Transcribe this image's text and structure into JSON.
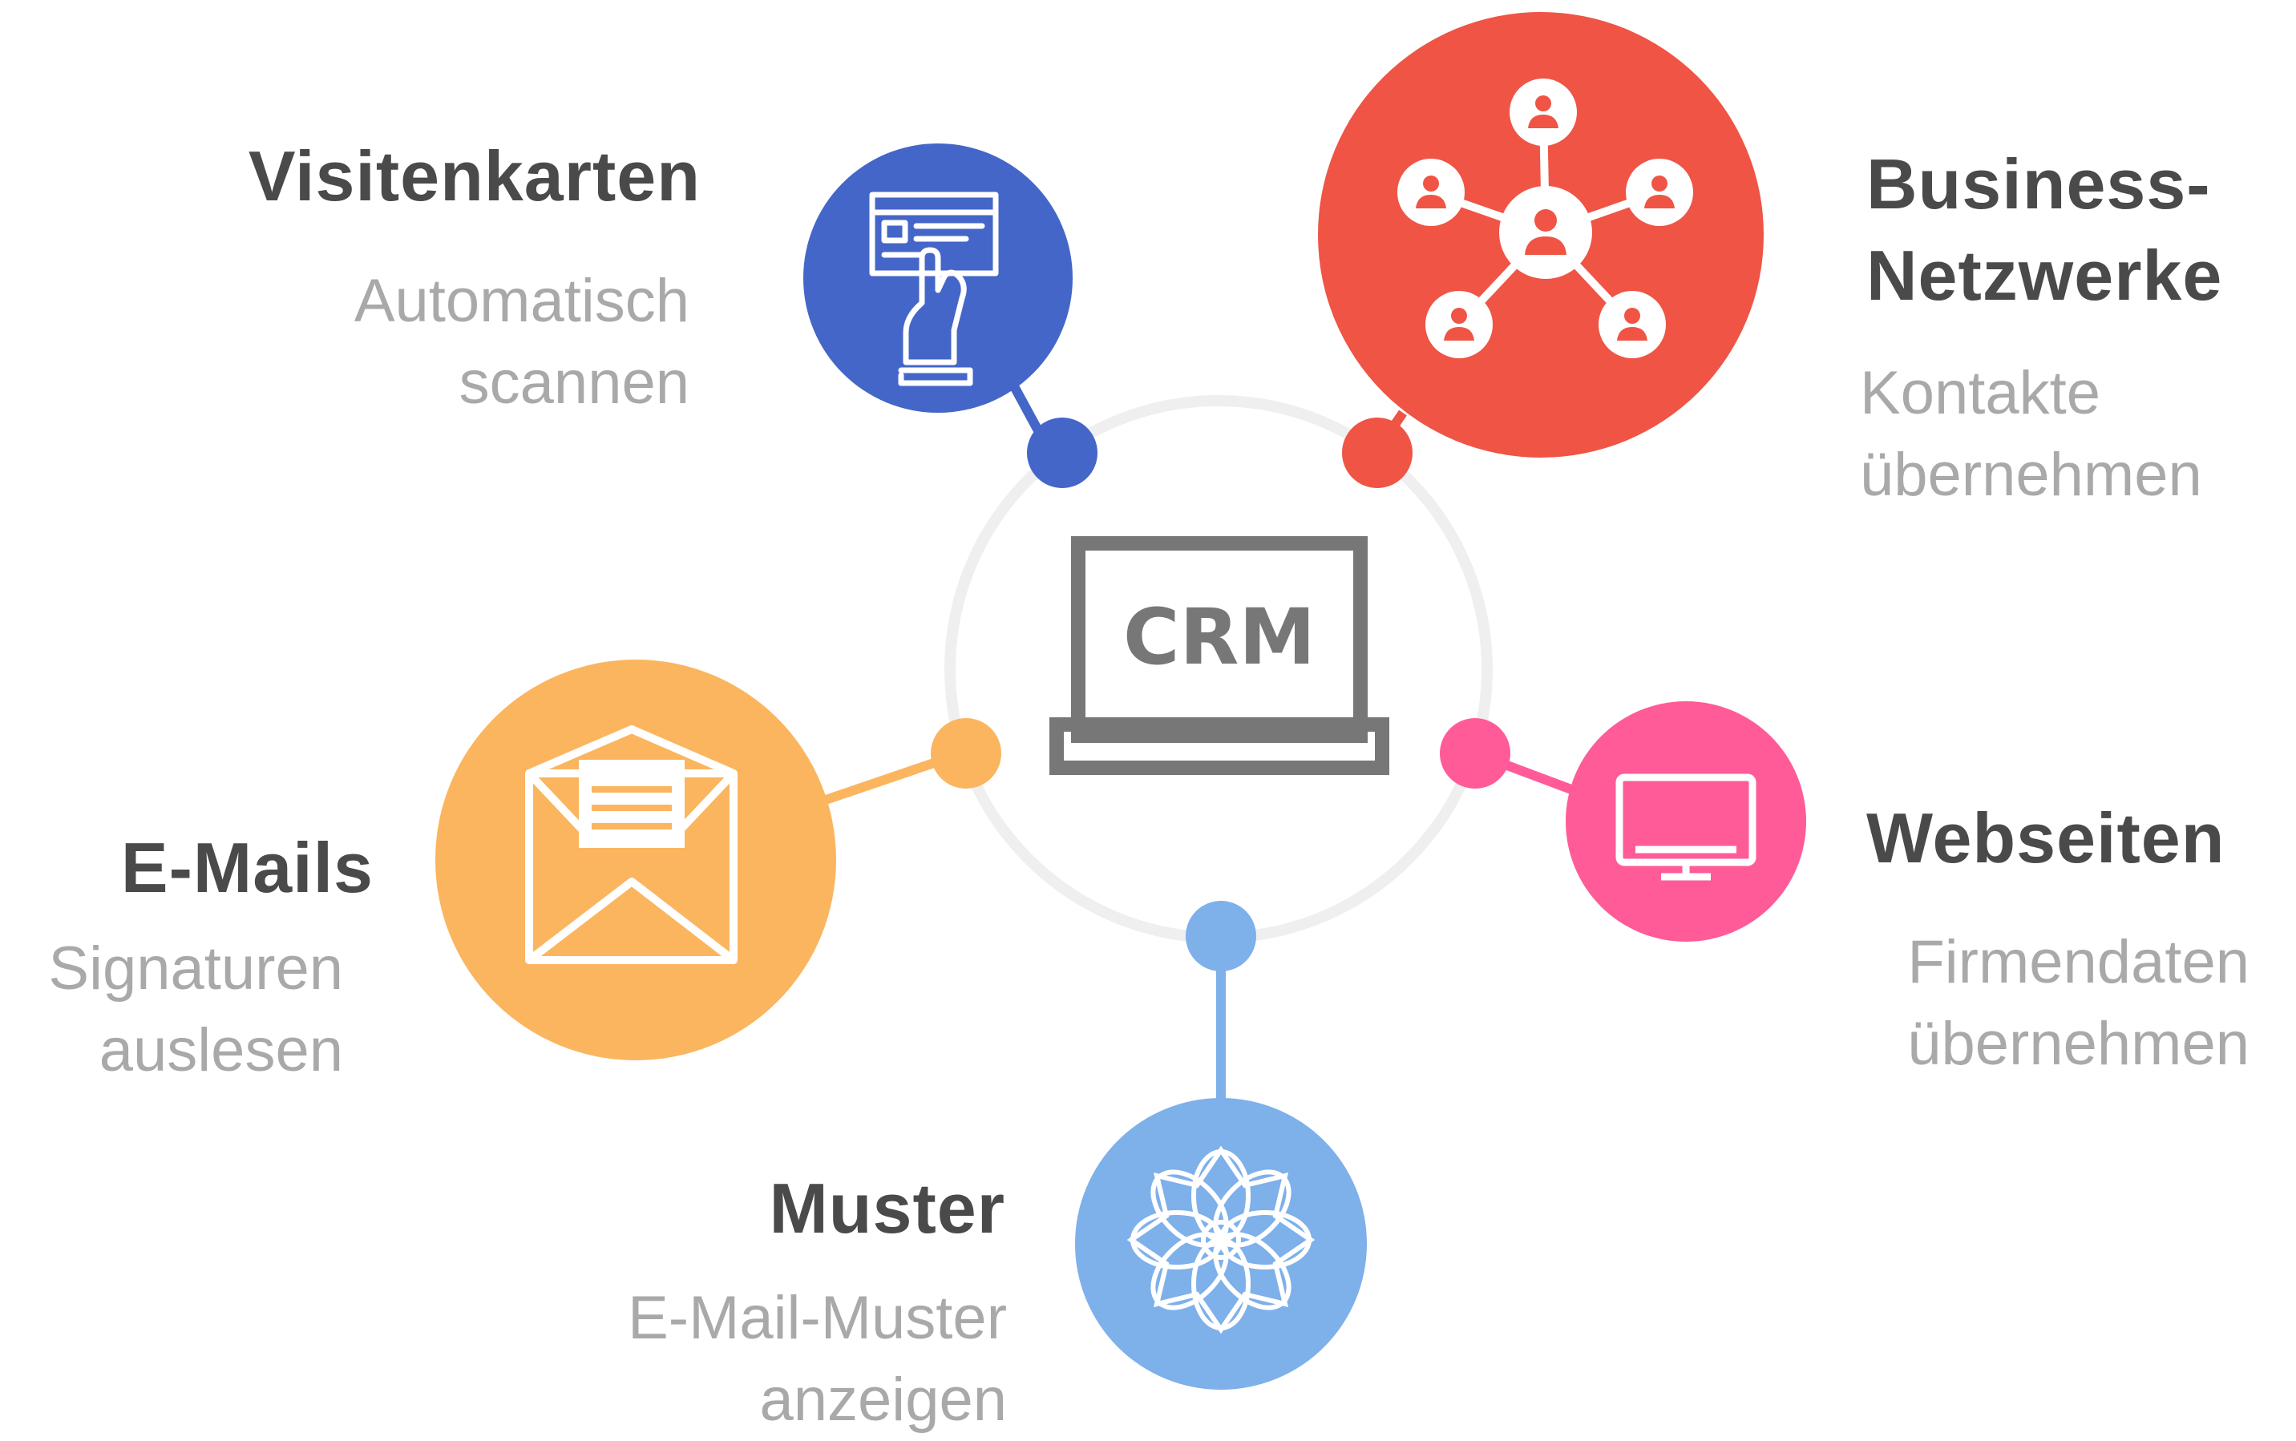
{
  "center": {
    "label": "CRM",
    "icon": "laptop-icon"
  },
  "colors": {
    "ring": "#efefef",
    "visitenkarten": "#4466c8",
    "business": "#ef5445",
    "emails": "#fbb55f",
    "webseiten": "#ff5b98",
    "muster": "#7eb0ea",
    "laptop": "#777777",
    "title_text": "#4a4a4a",
    "sub_text": "#a9a9a9"
  },
  "nodes": {
    "visitenkarten": {
      "title": "Visitenkarten",
      "sub1": "Automatisch",
      "sub2": "scannen",
      "icon": "business-card-scan-icon"
    },
    "business": {
      "title1": "Business-",
      "title2": "Netzwerke",
      "sub1": "Kontakte",
      "sub2": "übernehmen",
      "icon": "network-icon"
    },
    "emails": {
      "title": "E-Mails",
      "sub1": "Signaturen",
      "sub2": "auslesen",
      "icon": "open-envelope-icon"
    },
    "webseiten": {
      "title": "Webseiten",
      "sub1": "Firmendaten",
      "sub2": "übernehmen",
      "icon": "monitor-icon"
    },
    "muster": {
      "title": "Muster",
      "sub1": "E-Mail-Muster",
      "sub2": "anzeigen",
      "icon": "flower-pattern-icon"
    }
  }
}
